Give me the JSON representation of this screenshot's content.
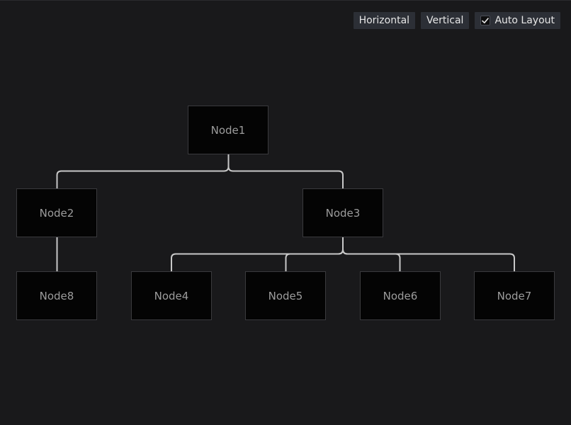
{
  "toolbar": {
    "horizontal_label": "Horizontal",
    "vertical_label": "Vertical",
    "auto_layout_label": "Auto Layout",
    "auto_layout_checked": true,
    "check_icon": "check-icon"
  },
  "tree": {
    "nodes": [
      {
        "id": "node1",
        "label": "Node1"
      },
      {
        "id": "node2",
        "label": "Node2"
      },
      {
        "id": "node3",
        "label": "Node3"
      },
      {
        "id": "node8",
        "label": "Node8"
      },
      {
        "id": "node4",
        "label": "Node4"
      },
      {
        "id": "node5",
        "label": "Node5"
      },
      {
        "id": "node6",
        "label": "Node6"
      },
      {
        "id": "node7",
        "label": "Node7"
      }
    ],
    "edges": [
      {
        "from": "node1",
        "to": "node2"
      },
      {
        "from": "node1",
        "to": "node3"
      },
      {
        "from": "node2",
        "to": "node8"
      },
      {
        "from": "node3",
        "to": "node4"
      },
      {
        "from": "node3",
        "to": "node5"
      },
      {
        "from": "node3",
        "to": "node6"
      },
      {
        "from": "node3",
        "to": "node7"
      }
    ]
  },
  "colors": {
    "background": "#19191b",
    "node_fill": "#040404",
    "node_border": "#3a3a3d",
    "node_text": "#9c9c9c",
    "edge": "#c8c8c8",
    "button_bg": "#2c2f36",
    "button_text": "#e6e6e6"
  }
}
